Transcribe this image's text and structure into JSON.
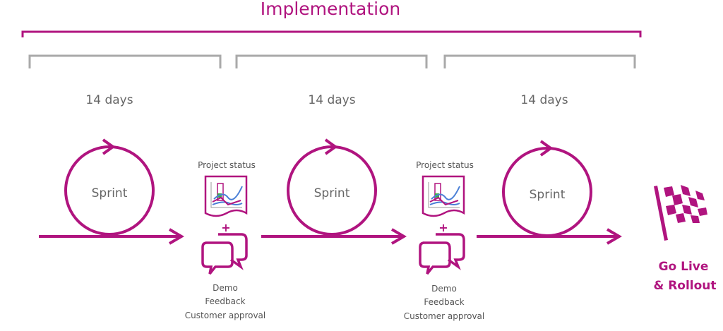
{
  "title": "Implementation",
  "colors": {
    "accent": "#b0147f",
    "bracket": "#a9a9a9",
    "text": "#666666"
  },
  "sprints": [
    {
      "duration": "14 days",
      "label": "Sprint"
    },
    {
      "duration": "14 days",
      "label": "Sprint"
    },
    {
      "duration": "14 days",
      "label": "Sprint"
    }
  ],
  "reviews": [
    {
      "status_label": "Project status",
      "plus": "+",
      "items": [
        "Demo",
        "Feedback",
        "Customer approval"
      ]
    },
    {
      "status_label": "Project status",
      "plus": "+",
      "items": [
        "Demo",
        "Feedback",
        "Customer approval"
      ]
    }
  ],
  "finish": {
    "line1": "Go Live",
    "line2": "& Rollout",
    "icon": "checkered-flag-icon"
  }
}
